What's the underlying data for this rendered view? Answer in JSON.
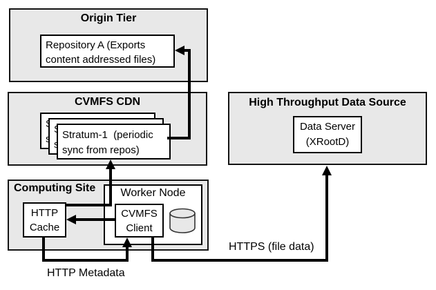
{
  "diagram": {
    "origin_tier": {
      "title": "Origin Tier",
      "repository_label": "Repository A (Exports\ncontent addressed files)"
    },
    "cdn": {
      "title": "CVMFS CDN",
      "stratum_label": "Stratum-1  (periodic\nsync from repos)"
    },
    "data_source": {
      "title": "High Throughput Data Source",
      "server_label": "Data Server\n(XRootD)"
    },
    "computing_site": {
      "title": "Computing Site",
      "worker_node_label": "Worker Node",
      "http_cache_label": "HTTP\nCache",
      "cvmfs_client_label": "CVMFS\nClient"
    },
    "edge_labels": {
      "metadata": "HTTP Metadata",
      "file_data": "HTTPS (file data)"
    },
    "icons": {
      "database": "database-cylinder-icon"
    },
    "colors": {
      "container_fill": "#e8e8e8",
      "node_fill": "#ffffff",
      "line": "#000000"
    }
  }
}
